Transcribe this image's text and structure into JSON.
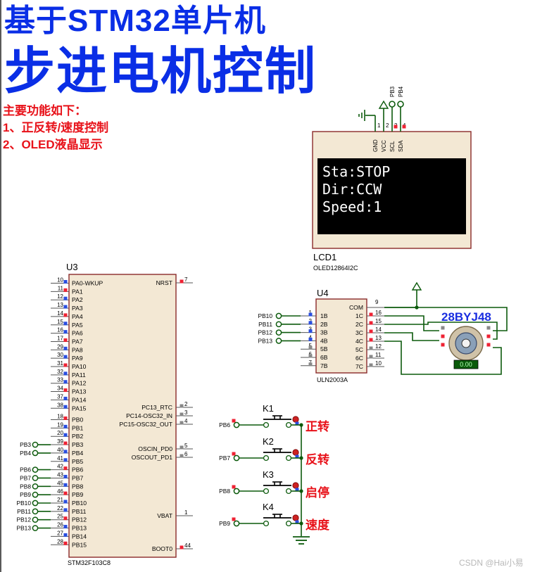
{
  "title": {
    "line1": "基于STM32单片机",
    "line2": "步进电机控制"
  },
  "functions": [
    "主要功能如下：",
    "1、正反转/速度控制",
    "2、OLED液晶显示"
  ],
  "oled": {
    "ref": "LCD1",
    "part": "OLED12864I2C",
    "pins": [
      {
        "name": "GND",
        "num": "1"
      },
      {
        "name": "VCC",
        "num": "2"
      },
      {
        "name": "SCL",
        "num": "3"
      },
      {
        "name": "SDA",
        "num": "4"
      }
    ],
    "net_labels": [
      "PB3",
      "PB4"
    ],
    "screen_lines": [
      "Sta:STOP",
      "Dir:CCW",
      "Speed:1"
    ]
  },
  "mcu": {
    "ref": "U3",
    "part": "STM32F103C8",
    "left_pins": [
      {
        "num": "10",
        "name": "PA0-WKUP",
        "net": ""
      },
      {
        "num": "11",
        "name": "PA1",
        "net": ""
      },
      {
        "num": "12",
        "name": "PA2",
        "net": ""
      },
      {
        "num": "13",
        "name": "PA3",
        "net": ""
      },
      {
        "num": "14",
        "name": "PA4",
        "net": ""
      },
      {
        "num": "15",
        "name": "PA5",
        "net": ""
      },
      {
        "num": "16",
        "name": "PA6",
        "net": ""
      },
      {
        "num": "17",
        "name": "PA7",
        "net": ""
      },
      {
        "num": "29",
        "name": "PA8",
        "net": ""
      },
      {
        "num": "30",
        "name": "PA9",
        "net": ""
      },
      {
        "num": "31",
        "name": "PA10",
        "net": ""
      },
      {
        "num": "32",
        "name": "PA11",
        "net": ""
      },
      {
        "num": "33",
        "name": "PA12",
        "net": ""
      },
      {
        "num": "34",
        "name": "PA13",
        "net": ""
      },
      {
        "num": "37",
        "name": "PA14",
        "net": ""
      },
      {
        "num": "38",
        "name": "PA15",
        "net": ""
      },
      {
        "num": "18",
        "name": "PB0",
        "net": ""
      },
      {
        "num": "19",
        "name": "PB1",
        "net": ""
      },
      {
        "num": "20",
        "name": "PB2",
        "net": ""
      },
      {
        "num": "39",
        "name": "PB3",
        "net": "PB3"
      },
      {
        "num": "40",
        "name": "PB4",
        "net": "PB4"
      },
      {
        "num": "41",
        "name": "PB5",
        "net": ""
      },
      {
        "num": "42",
        "name": "PB6",
        "net": "PB6"
      },
      {
        "num": "43",
        "name": "PB7",
        "net": "PB7"
      },
      {
        "num": "45",
        "name": "PB8",
        "net": "PB8"
      },
      {
        "num": "46",
        "name": "PB9",
        "net": "PB9"
      },
      {
        "num": "21",
        "name": "PB10",
        "net": "PB10"
      },
      {
        "num": "22",
        "name": "PB11",
        "net": "PB11"
      },
      {
        "num": "25",
        "name": "PB12",
        "net": "PB12"
      },
      {
        "num": "26",
        "name": "PB13",
        "net": "PB13"
      },
      {
        "num": "27",
        "name": "PB14",
        "net": ""
      },
      {
        "num": "28",
        "name": "PB15",
        "net": ""
      }
    ],
    "right_pins": [
      {
        "num": "7",
        "name": "NRST"
      },
      {
        "num": "2",
        "name": "PC13_RTC"
      },
      {
        "num": "3",
        "name": "PC14-OSC32_IN"
      },
      {
        "num": "4",
        "name": "PC15-OSC32_OUT"
      },
      {
        "num": "5",
        "name": "OSCIN_PD0"
      },
      {
        "num": "6",
        "name": "OSCOUT_PD1"
      },
      {
        "num": "1",
        "name": "VBAT"
      },
      {
        "num": "44",
        "name": "BOOT0"
      }
    ]
  },
  "driver": {
    "ref": "U4",
    "part": "ULN2003A",
    "left_pins": [
      {
        "num": "1",
        "name": "1B",
        "net": "PB10"
      },
      {
        "num": "2",
        "name": "2B",
        "net": "PB11"
      },
      {
        "num": "3",
        "name": "3B",
        "net": "PB12"
      },
      {
        "num": "4",
        "name": "4B",
        "net": "PB13"
      },
      {
        "num": "5",
        "name": "5B",
        "net": ""
      },
      {
        "num": "6",
        "name": "6B",
        "net": ""
      },
      {
        "num": "7",
        "name": "7B",
        "net": ""
      }
    ],
    "right_pins": [
      {
        "num": "9",
        "name": "COM"
      },
      {
        "num": "16",
        "name": "1C"
      },
      {
        "num": "15",
        "name": "2C"
      },
      {
        "num": "14",
        "name": "3C"
      },
      {
        "num": "13",
        "name": "4C"
      },
      {
        "num": "12",
        "name": "5C"
      },
      {
        "num": "11",
        "name": "6C"
      },
      {
        "num": "10",
        "name": "7C"
      }
    ]
  },
  "motor": {
    "label": "28BYJ48",
    "readout": "0.00"
  },
  "keys": [
    {
      "ref": "K1",
      "net": "PB6",
      "label": "正转"
    },
    {
      "ref": "K2",
      "net": "PB7",
      "label": "反转"
    },
    {
      "ref": "K3",
      "net": "PB8",
      "label": "启停"
    },
    {
      "ref": "K4",
      "net": "PB9",
      "label": "速度"
    }
  ],
  "watermark": "CSDN @Hai小易",
  "colors": {
    "title": "#0a2ee6",
    "accent_red": "#e8121a",
    "wire": "#0c5a0c",
    "chip_fill": "#f3e8d4",
    "chip_border": "#8a2a2a",
    "oled_screen": "#000000",
    "oled_text": "#ffffff"
  }
}
